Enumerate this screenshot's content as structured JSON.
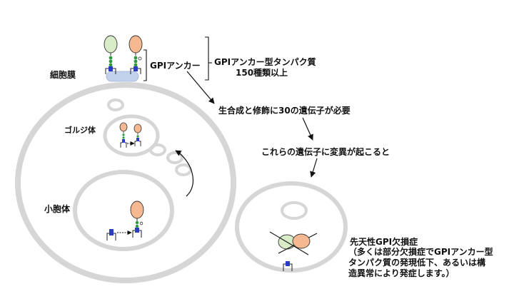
{
  "labels": {
    "membrane": "細胞膜",
    "golgi": "ゴルジ体",
    "vesicle": "小胞体",
    "gpi_anchor": "GPIアンカー",
    "proteins_line1": "GPIアンカー型タンパク質",
    "proteins_line2": "150種類以上",
    "genes": "生合成と修飾に30の遺伝子が必要",
    "mutation": "これらの遺伝子に変異が起こると",
    "disease_title": "先天性GPI欠損症",
    "disease_desc": [
      "（多くは部分欠損症でGPIアンカー型",
      "タンパク質の発現低下、あるいは構",
      "造異常により発症します。）"
    ]
  },
  "colors": {
    "ring": "#d6d6d6",
    "membrane_patch": "#c2d2ec",
    "protein_green": "#d8ecc8",
    "protein_orange": "#f6b890",
    "gpi_dots": "#2c9a3c",
    "anchor_blue": "#2a3cc0",
    "text": "#111111"
  }
}
